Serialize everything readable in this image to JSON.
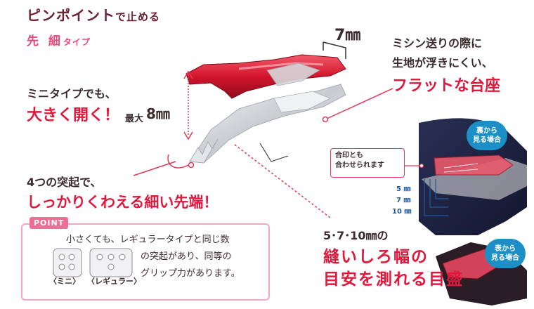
{
  "headline": {
    "line1_main": "ピンポイント",
    "line1_suffix": "で止める",
    "line2_main": "先 細",
    "line2_suffix": "タイプ"
  },
  "top_dimension": "7㎜",
  "flat_base": {
    "line1": "ミシン送りの際に",
    "line2": "生地が浮きにくい、",
    "emphasis": "フラットな台座"
  },
  "opening": {
    "line1": "ミニタイプでも、",
    "emphasis": "大きく開く！",
    "max_label": "最大",
    "max_value": "8㎜"
  },
  "tip": {
    "line1": "4つの突起で、",
    "emphasis": "しっかりくわえる細い先端！"
  },
  "point_box": {
    "tag": "POINT",
    "text_line1": "小さくても、レギュラータイプと同じ数",
    "text_line2": "の突起があり、同等の",
    "text_line3": "グリップ力があります。",
    "mini_label": "〈ミニ〉",
    "regular_label": "〈レギュラー〉"
  },
  "photo": {
    "back_badge": "裏から\n見る場合",
    "front_badge": "表から\n見る場合",
    "callout": "合印とも\n合わせられます",
    "marks": [
      "5 ㎜",
      "7 ㎜",
      "10 ㎜"
    ]
  },
  "seam": {
    "line1": "5･7･10㎜の",
    "emphasis_line1": "縫いしろ幅の",
    "emphasis_line2": "目安を測れる目盛"
  },
  "colors": {
    "accent_red": "#e0183c",
    "maroon": "#6b2131",
    "badge_blue": "#1c8fc7",
    "point_pink": "#f06d95"
  }
}
